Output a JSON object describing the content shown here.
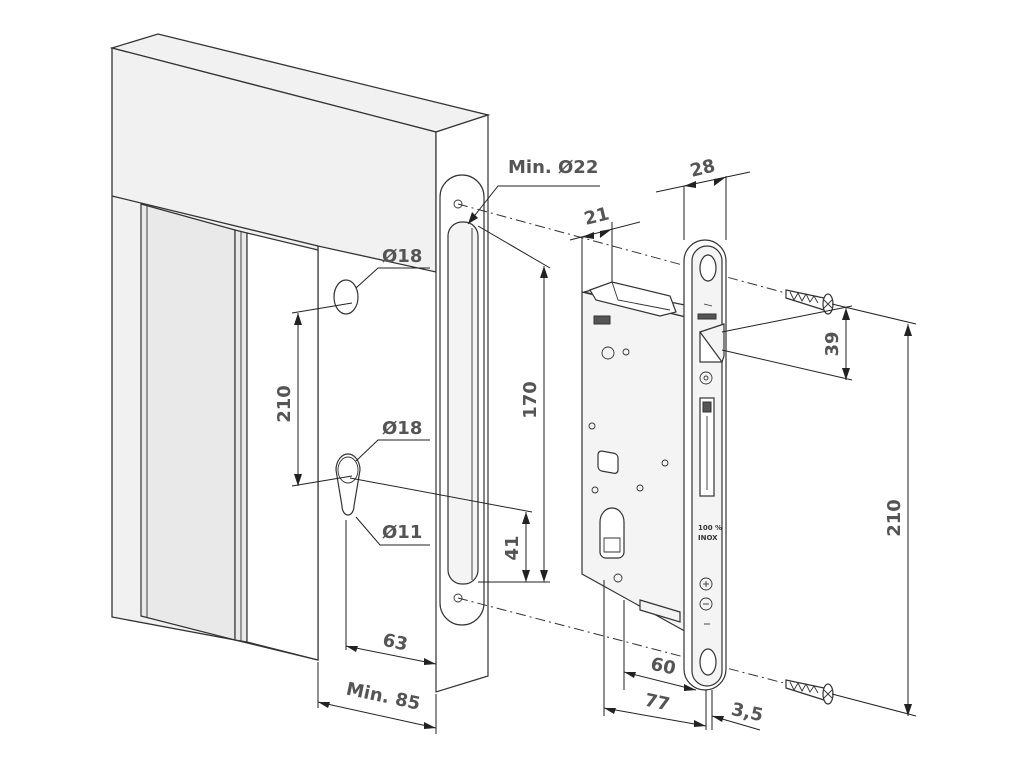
{
  "labels": {
    "min_diam_22": "Min. Ø22",
    "diam_18_top": "Ø18",
    "diam_18_bottom": "Ø18",
    "diam_11": "Ø11",
    "dim_210_left": "210",
    "dim_170": "170",
    "dim_41": "41",
    "dim_63": "63",
    "dim_min_85": "Min. 85",
    "dim_21": "21",
    "dim_28": "28",
    "dim_39": "39",
    "dim_210_right": "210",
    "dim_60": "60",
    "dim_77": "77",
    "dim_3_5": "3,5",
    "faceplate_text_1": "100 %",
    "faceplate_text_2": "INOX"
  }
}
